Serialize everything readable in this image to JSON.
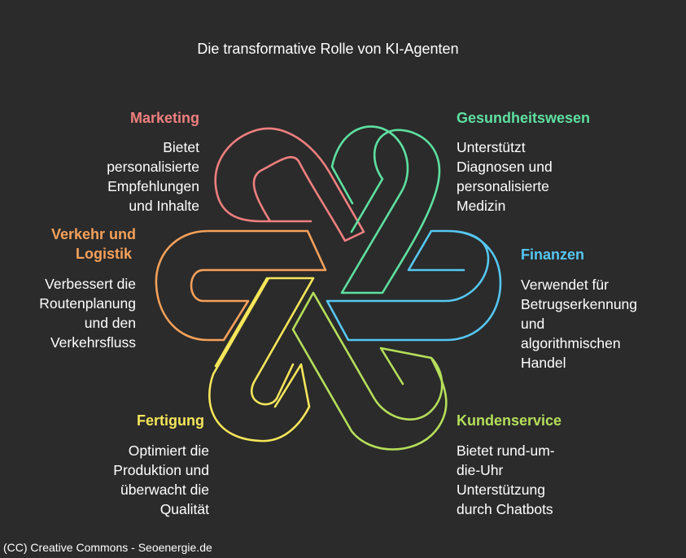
{
  "title": "Die transformative Rolle von KI-Agenten",
  "footer": "(CC) Creative Commons - Seoenergie.de",
  "sections": {
    "marketing": {
      "heading": "Marketing",
      "lines": [
        "Bietet",
        "personalisierte",
        "Empfehlungen",
        "und Inhalte"
      ],
      "color": "#f07f7f"
    },
    "gesundheitswesen": {
      "heading": "Gesundheitswesen",
      "lines": [
        "Unterstützt",
        "Diagnosen und",
        "personalisierte",
        "Medizin"
      ],
      "color": "#5ee0a0"
    },
    "verkehr": {
      "heading_lines": [
        "Verkehr und",
        "Logistik"
      ],
      "lines": [
        "Verbessert die",
        "Routenplanung",
        "und den",
        "Verkehrsfluss"
      ],
      "color": "#f6a15a"
    },
    "finanzen": {
      "heading": "Finanzen",
      "lines": [
        "Verwendet für",
        "Betrugserkennung",
        "und",
        "algorithmischen",
        "Handel"
      ],
      "color": "#55c7f2"
    },
    "fertigung": {
      "heading": "Fertigung",
      "lines": [
        "Optimiert die",
        "Produktion und",
        "überwacht die",
        "Qualität"
      ],
      "color": "#f5e65a"
    },
    "kundenservice": {
      "heading": "Kundenservice",
      "lines": [
        "Bietet rund-um-",
        "die-Uhr",
        "Unterstützung",
        "durch Chatbots"
      ],
      "color": "#b5df5a"
    }
  }
}
